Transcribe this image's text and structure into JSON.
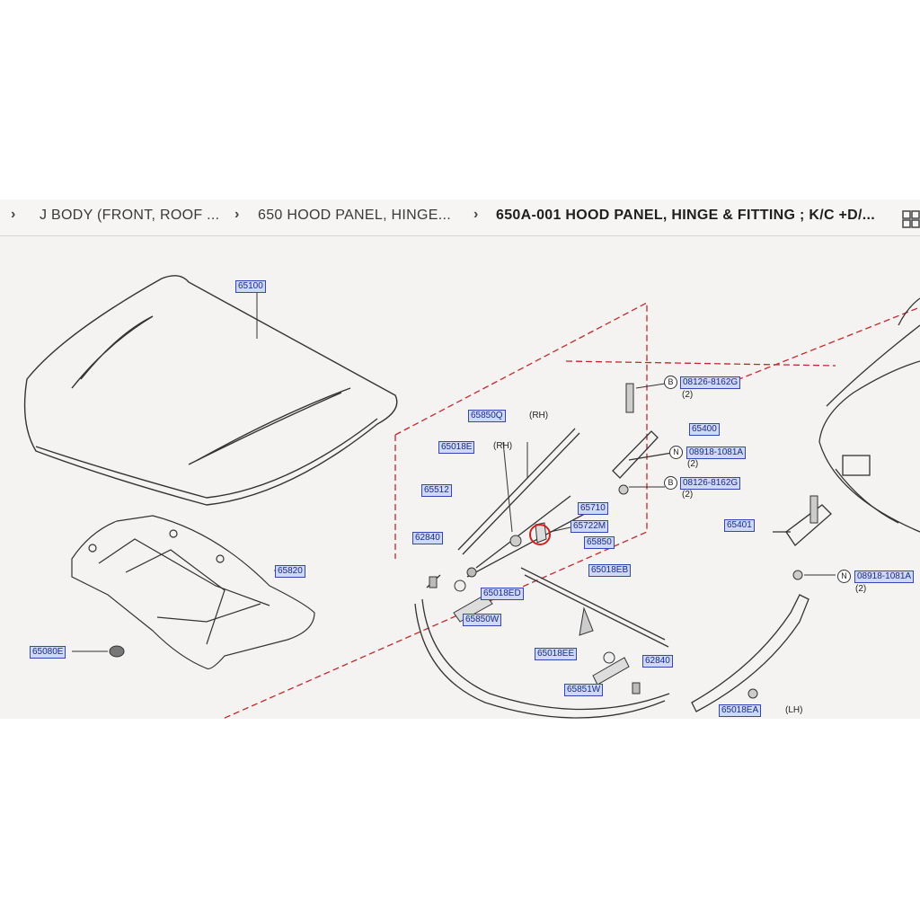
{
  "breadcrumb": {
    "items": [
      {
        "label": "J BODY (FRONT, ROOF ..."
      },
      {
        "label": "650 HOOD PANEL, HINGE..."
      },
      {
        "label": "650A-001 HOOD PANEL, HINGE & FITTING ; K/C +D/..."
      }
    ]
  },
  "callouts": {
    "c65100": "65100",
    "c65820": "65820",
    "c65080E": "65080E",
    "c65850Q": "65850Q",
    "c65018E": "65018E",
    "c65512": "65512",
    "c62840a": "62840",
    "c65710": "65710",
    "c65722M": "65722M",
    "c65850": "65850",
    "c65018EB": "65018EB",
    "c65018ED": "65018ED",
    "c65850W": "65850W",
    "c65018EE": "65018EE",
    "c62840b": "62840",
    "c65851W": "65851W",
    "c65018EA": "65018EA",
    "c08126a": "08126-8162G",
    "c65400": "65400",
    "c08918a": "08918-1081A",
    "c08126b": "08126-8162G",
    "c65401": "65401",
    "c08918b": "08918-1081A"
  },
  "notes": {
    "rh1": "(RH)",
    "rh2": "(RH)",
    "lh": "(LH)",
    "q1": "(2)",
    "q2": "(2)",
    "q3": "(2)",
    "q4": "(2)"
  },
  "badges": {
    "b1": "B",
    "n1": "N",
    "b2": "B",
    "n2": "N"
  },
  "colors": {
    "callout_text": "#1a2a8a",
    "callout_bg": "#cfd8f4",
    "dash_red": "#c0282d",
    "highlight_circle": "#d41f1f"
  }
}
